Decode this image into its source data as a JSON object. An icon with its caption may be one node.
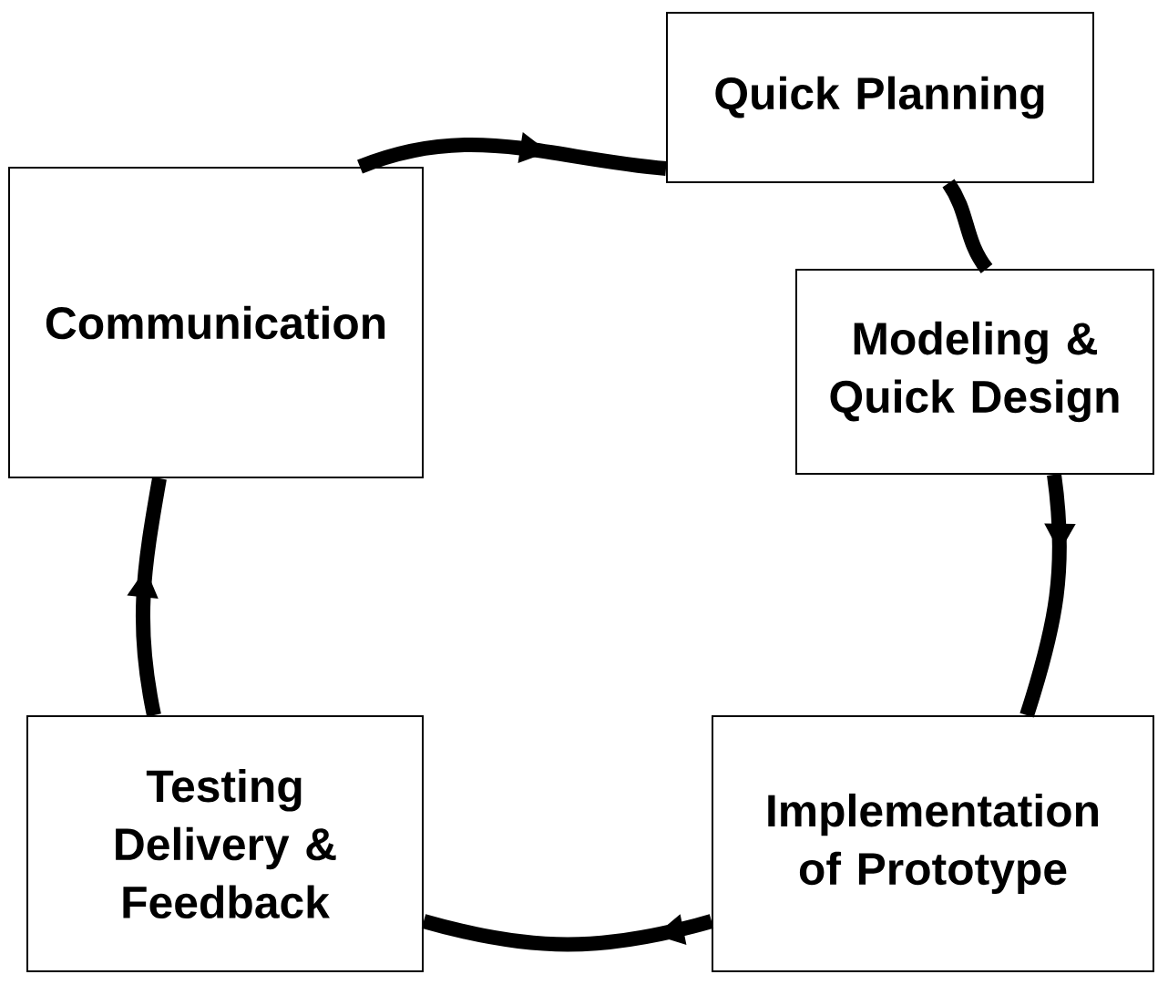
{
  "diagram": {
    "nodes": [
      {
        "text": [
          "Communication"
        ]
      },
      {
        "text": [
          "Quick Planning"
        ]
      },
      {
        "text": [
          "Modeling & Quick Design"
        ]
      },
      {
        "text": [
          "Implementation of Prototype"
        ]
      },
      {
        "text": [
          "Testing Delivery & Feedback"
        ]
      }
    ],
    "edges": [
      {
        "from": 0,
        "to": 1,
        "arrow": "to"
      },
      {
        "from": 1,
        "to": 2,
        "arrow": "none"
      },
      {
        "from": 2,
        "to": 3,
        "arrow": "to"
      },
      {
        "from": 3,
        "to": 4,
        "arrow": "to"
      },
      {
        "from": 4,
        "to": 0,
        "arrow": "to"
      }
    ]
  }
}
